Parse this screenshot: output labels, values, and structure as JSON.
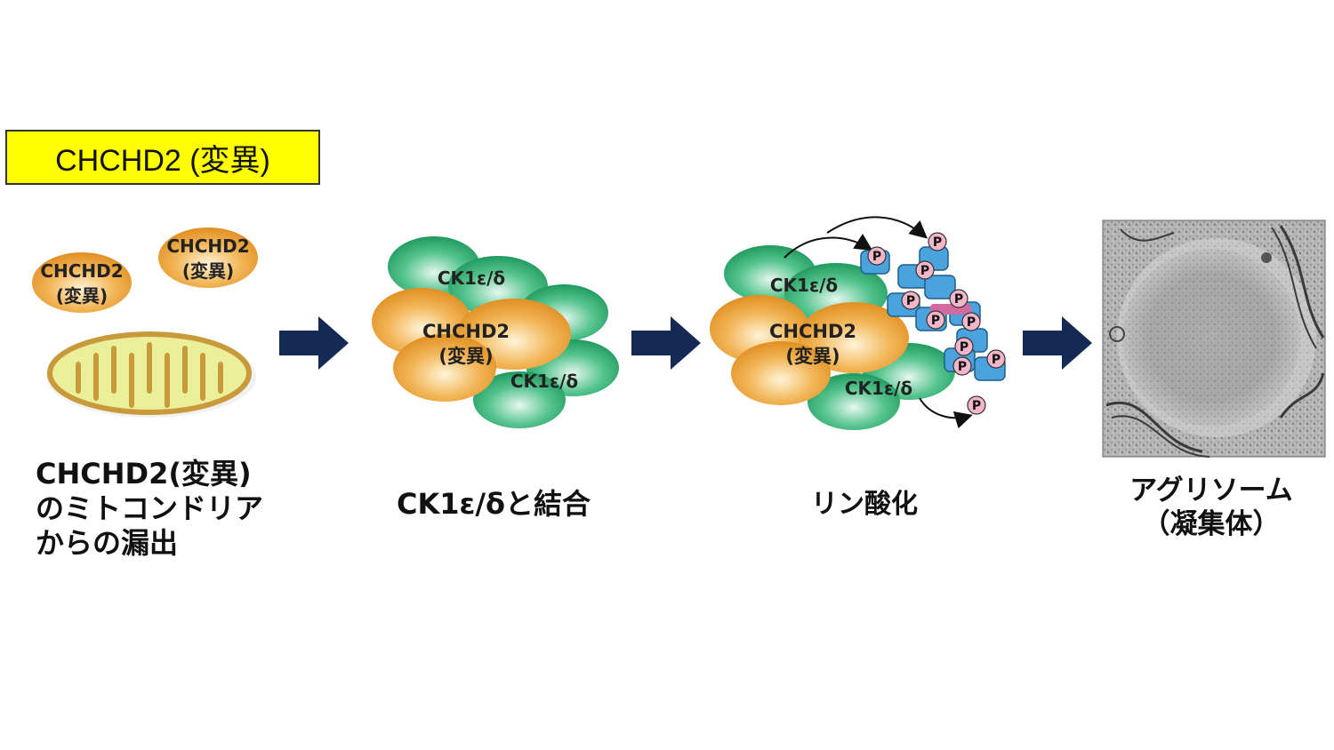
{
  "title": "CHCHD2 (変異)",
  "labels": {
    "chchd2_line1": "CHCHD2",
    "chchd2_line2": "(変異)",
    "ck1": "CK1ε/δ",
    "phospho": "P"
  },
  "captions": {
    "step1": [
      "CHCHD2(変異)",
      "のミトコンドリア",
      "からの漏出"
    ],
    "step2": "CK1ε/δと結合",
    "step3": "リン酸化",
    "step4": [
      "アグリソーム",
      "（凝集体）"
    ]
  },
  "colors": {
    "title_bg": "#ffff00",
    "chchd2": "#eea23a",
    "ck1": "#33b077",
    "arrow": "#142a55",
    "phospho_box": "#4aa3dd",
    "phospho_circle": "#f2b6c8",
    "mito_fill": "#ecef9a",
    "mito_stroke": "#c89a3c"
  }
}
